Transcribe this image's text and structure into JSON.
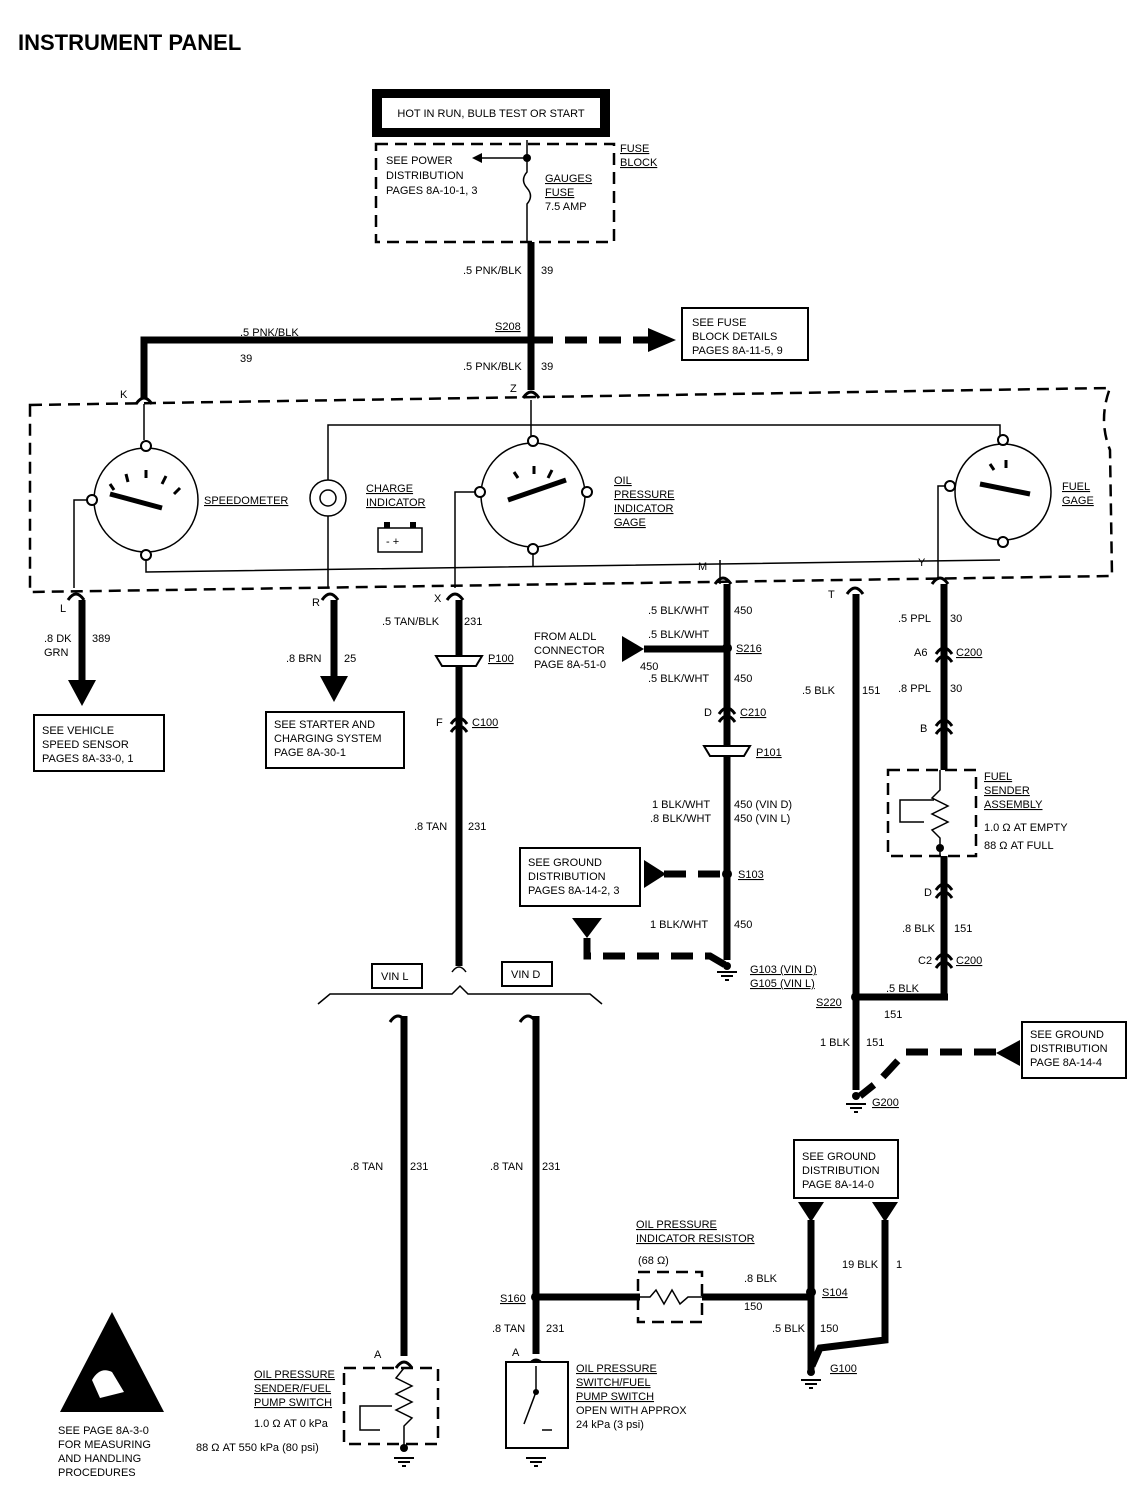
{
  "title": "INSTRUMENT PANEL",
  "header_box": "HOT IN RUN, BULB TEST OR START",
  "fuse_block": {
    "label": [
      "FUSE",
      "BLOCK"
    ],
    "power_ref": [
      "SEE POWER",
      "DISTRIBUTION",
      "PAGES 8A-10-1, 3"
    ],
    "fuse": [
      "GAUGES",
      "FUSE",
      "7.5 AMP"
    ]
  },
  "wires": {
    "w39_top": [
      ".5 PNK/BLK",
      "39"
    ],
    "w39_left": [
      ".5 PNK/BLK",
      "39"
    ],
    "w39_mid": [
      ".5 PNK/BLK",
      "39"
    ],
    "w389": [
      ".8 DK",
      "GRN",
      "389"
    ],
    "w25": [
      ".8 BRN",
      "25"
    ],
    "w231_top": [
      ".5 TAN/BLK",
      "231"
    ],
    "w231_mid": [
      ".8 TAN",
      "231"
    ],
    "w231_l": [
      ".8 TAN",
      "231"
    ],
    "w231_d": [
      ".8 TAN",
      "231"
    ],
    "w231_low": [
      ".8 TAN",
      "231"
    ],
    "w450_a": [
      ".5 BLK/WHT",
      "450"
    ],
    "w450_aldl": [
      ".5 BLK/WHT",
      "450"
    ],
    "w450_b": [
      ".5 BLK/WHT",
      "450"
    ],
    "w450_c": [
      "1 BLK/WHT",
      "450  (VIN D)"
    ],
    "w450_d": [
      ".8 BLK/WHT",
      "450  (VIN L)"
    ],
    "w450_e": [
      "1 BLK/WHT",
      "450"
    ],
    "w151_t": [
      ".5 BLK",
      "151"
    ],
    "w30_a": [
      ".5 PPL",
      "30"
    ],
    "w30_b": [
      ".8 PPL",
      "30"
    ],
    "w151_b": [
      ".8 BLK",
      "151"
    ],
    "w151_c": [
      ".5 BLK",
      "151"
    ],
    "w151_d": [
      "1 BLK",
      "151"
    ],
    "w150_a": [
      ".8 BLK",
      "150"
    ],
    "w150_b": [
      ".5 BLK",
      "150"
    ],
    "w1": [
      "19 BLK",
      "1"
    ]
  },
  "splices": {
    "s208": "S208",
    "s216": "S216",
    "s103": "S103",
    "s220": "S220",
    "s160": "S160",
    "s104": "S104"
  },
  "connectors": {
    "K": "K",
    "Z": "Z",
    "L": "L",
    "R": "R",
    "X": "X",
    "M": "M",
    "T": "T",
    "Y": "Y",
    "F": "F",
    "c100": "C100",
    "D": "D",
    "c210": "C210",
    "p100": "P100",
    "p101": "P101",
    "A6": "A6",
    "c200a": "C200",
    "B": "B",
    "D2": "D",
    "C2": "C2",
    "c200b": "C200",
    "A_l": "A",
    "A_r": "A"
  },
  "grounds": {
    "g103": "G103  (VIN D)",
    "g105": "G105  (VIN L)",
    "g200": "G200",
    "g100": "G100"
  },
  "components": {
    "speedometer": "SPEEDOMETER",
    "charge": [
      "CHARGE",
      "INDICATOR"
    ],
    "oil_gage": [
      "OIL",
      "PRESSURE",
      "INDICATOR",
      "GAGE"
    ],
    "fuel_gage": [
      "FUEL",
      "GAGE"
    ],
    "fuel_sender": [
      "FUEL",
      "SENDER",
      "ASSEMBLY"
    ],
    "fuel_sender_vals": [
      "1.0 Ω AT EMPTY",
      "88 Ω AT FULL"
    ],
    "oil_resistor": [
      "OIL PRESSURE",
      "INDICATOR RESISTOR",
      "(68 Ω)"
    ],
    "oil_sender": [
      "OIL PRESSURE",
      "SENDER/FUEL",
      "PUMP SWITCH"
    ],
    "oil_sender_vals": [
      "1.0 Ω AT 0 kPa",
      "88 Ω AT 550 kPa (80 psi)"
    ],
    "oil_switch": [
      "OIL PRESSURE",
      "SWITCH/FUEL",
      "PUMP SWITCH",
      "OPEN WITH APPROX",
      "24 kPa (3 psi)"
    ]
  },
  "refs": {
    "fuse_details": [
      "SEE FUSE",
      "BLOCK DETAILS",
      "PAGES 8A-11-5, 9"
    ],
    "aldl": [
      "FROM ALDL",
      "CONNECTOR",
      "PAGE 8A-51-0"
    ],
    "vss": [
      "SEE VEHICLE",
      "SPEED SENSOR",
      "PAGES 8A-33-0, 1"
    ],
    "starter": [
      "SEE STARTER AND",
      "CHARGING SYSTEM",
      "PAGE 8A-30-1"
    ],
    "ground1": [
      "SEE GROUND",
      "DISTRIBUTION",
      "PAGES 8A-14-2, 3"
    ],
    "ground2": [
      "SEE GROUND",
      "DISTRIBUTION",
      "PAGE 8A-14-4"
    ],
    "ground3": [
      "SEE GROUND",
      "DISTRIBUTION",
      "PAGE 8A-14-0"
    ],
    "esd": [
      "SEE PAGE 8A-3-0",
      "FOR MEASURING",
      "AND HANDLING",
      "PROCEDURES"
    ]
  },
  "vin": {
    "l": "VIN L",
    "d": "VIN D"
  }
}
